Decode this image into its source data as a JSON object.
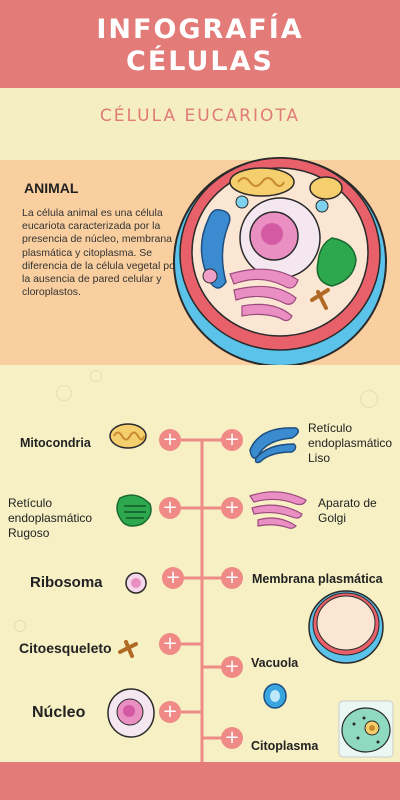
{
  "header": {
    "title_line1": "INFOGRAFÍA",
    "title_line2": "CÉLULAS"
  },
  "subtitle": "CÉLULA EUCARIOTA",
  "animal": {
    "heading": "ANIMAL",
    "description": "La célula animal es una célula eucariota caracterizada por la presencia de núcleo, membrana plasmática y citoplasma. Se diferencia de la célula vegetal por la ausencia de pared celular y cloroplastos."
  },
  "organelles": {
    "mitocondria": "Mitocondria",
    "reticulo_rugoso": "Retículo endoplasmático Rugoso",
    "ribosoma": "Ribosoma",
    "citoesqueleto": "Citoesqueleto",
    "nucleo": "Núcleo",
    "reticulo_liso": "Retículo endoplasmático Liso",
    "golgi": "Aparato de Golgi",
    "membrana": "Membrana plasmática",
    "vacuola": "Vacuola",
    "citoplasma": "Citoplasma"
  },
  "plus_symbol": "+",
  "colors": {
    "header": "#e37b78",
    "accent": "#e07b77",
    "peach": "#f9cfa0",
    "cream": "#f6f0c4",
    "plus": "#f08a86"
  }
}
